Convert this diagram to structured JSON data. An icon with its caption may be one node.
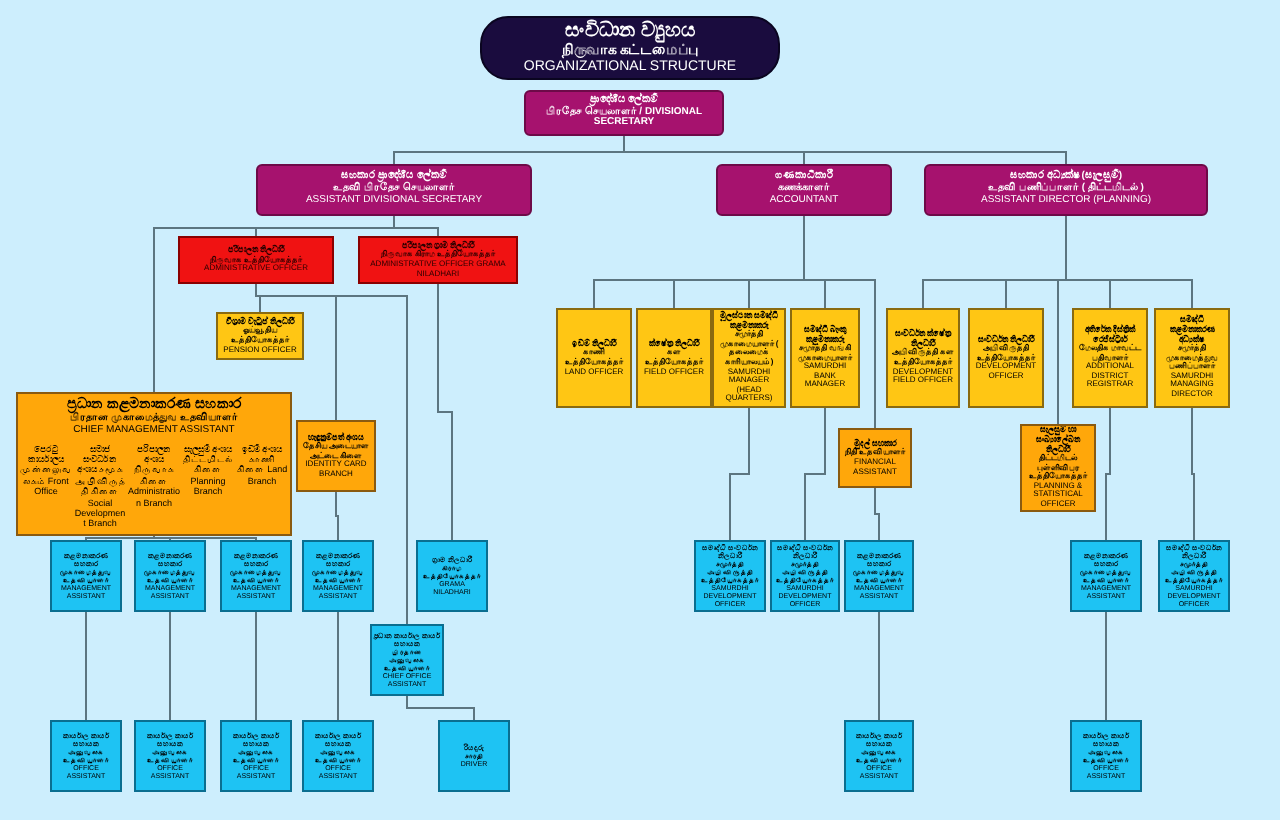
{
  "diagram": {
    "nodes": [
      {
        "text": [
          "සංවිධාන ව්‍යුහය",
          "நிருவாக கட்டமைப்பு",
          "ORGANIZATIONAL STRUCTURE"
        ]
      },
      {
        "text": [
          "ප්‍රාදේශීය ලේකම්",
          "பிரதேச செயலாளர் / DIVISIONAL SECRETARY"
        ]
      },
      {
        "text": [
          "සහකාර ප්‍රාදේශීය ලේකම්",
          "உதவி பிரதேச செயலாளர்",
          "ASSISTANT DIVISIONAL SECRETARY"
        ]
      },
      {
        "text": [
          "ගණකාධිකාරී",
          "கணக்காளர்",
          "ACCOUNTANT"
        ]
      },
      {
        "text": [
          "සහකාර අධ්‍යක්ෂ (සැලසුම්)",
          "உதவி பணிப்பாளர் ( திட்டமிடல் )",
          "ASSISTANT DIRECTOR (PLANNING)"
        ]
      },
      {
        "text": [
          "පරිපාලන නිලධාරී",
          "நிருவாக உத்தியோகத்தர்",
          "ADMINISTRATIVE OFFICER"
        ]
      },
      {
        "text": [
          "පරිපාලන ග්‍රාම නිලධාරී",
          "நிருவாக கிராம உத்தியோகத்தர்",
          "ADMINISTRATIVE OFFICER GRAMA NILADHARI"
        ]
      },
      {
        "text": [
          "විශ්‍රාම වැටුප් නිලධාරී",
          "ஓய்வூதிய உத்தியோகத்தர்",
          "PENSION OFFICER"
        ]
      },
      {
        "text": [
          "ඉඩම් නිලධාරී",
          "காணி உத்தியோகத்தர்",
          "LAND OFFICER"
        ]
      },
      {
        "text": [
          "ක්ෂේත්‍ර නිලධාරී",
          "கள உத்தியோகத்தர்",
          "FIELD OFFICER"
        ]
      },
      {
        "text": [
          "මූලස්ථාන සමෘද්ධි කළමනාකරු",
          "சமுர்த்தி முகாமையாளர் ( தலைமைக் காரியாலயம் )",
          "SAMURDHI MANAGER (HEAD QUARTERS)"
        ]
      },
      {
        "text": [
          "සමෘද්ධි බැංකු කළමනාකරු",
          "சமுர்த்தி வங்கி முகாமையாளர்",
          "SAMURDHI BANK MANAGER"
        ]
      },
      {
        "text": [
          "සංවර්ධන ක්ෂේත්‍ර නිලධාරී",
          "அபிவிருத்தி கள உத்தியோகத்தர்",
          "DEVELOPMENT FIELD OFFICER"
        ]
      },
      {
        "text": [
          "සංවර්ධන නිලධාරී",
          "அபிவிருத்தி உத்தியோகத்தர்",
          "DEVELOPMENT OFFICER"
        ]
      },
      {
        "text": [
          "අතිරේක දිස්ත්‍රික් රෙජිස්ට්‍රාර්",
          "மேலதிக மாவட்ட பதிவாளர்",
          "ADDITIONAL DISTRICT REGISTRAR"
        ]
      },
      {
        "text": [
          "සමෘද්ධි කළමනාකරණ අධ්‍යක්ෂ",
          "சமுர்த்தி முகாமைத்துவ பணிப்பாளர்",
          "SAMURDHI MANAGING DIRECTOR"
        ]
      },
      {
        "text": [
          "ප්‍රධාන කළමනාකරණ සහකාර",
          "பிரதான முகாமைத்துவ உதவியாளர்",
          "CHIEF MANAGEMENT ASSISTANT",
          "පෙරටු කාර්යාලය முன்னலுவலகம் Front Office",
          "සමාජ සංවර්ධන අංශය சமூக அபிவிருத்தி கிளை Social Development Branch",
          "පරිපාලන අංශය நிருவாக கிளை Administration Branch",
          "සැලසුම් අංශය திட்டமிடல் கிளை Planning Branch",
          "ඉඩම් අංශය காணி கிளை Land Branch"
        ]
      },
      {
        "text": [
          "හැඳුනුම්පත් අංශය",
          "தேசிய அடையாள அட்டை கிளை",
          "IDENTITY CARD BRANCH"
        ]
      },
      {
        "text": [
          "මුදල් සහකාර",
          "நிதி உதவியாளர்",
          "FINANCIAL ASSISTANT"
        ]
      },
      {
        "text": [
          "සැලසුම් හා සංඛ්‍යාලේඛන නිලධාරී",
          "திட்டமிடல் புள்ளிவிபர உத்தியோகத்தர்",
          "PLANNING & STATISTICAL OFFICER"
        ]
      },
      {
        "text": [
          "කළමනාකරණ සහකාර",
          "முகாமைத்துவ உதவியாளர்",
          "MANAGEMENT ASSISTANT"
        ]
      },
      {
        "text": [
          "කළමනාකරණ සහකාර",
          "முகாமைத்துவ உதவியாளர்",
          "MANAGEMENT ASSISTANT"
        ]
      },
      {
        "text": [
          "කළමනාකරණ සහකාර",
          "முகாமைத்துவ உதவியாளர்",
          "MANAGEMENT ASSISTANT"
        ]
      },
      {
        "text": [
          "කළමනාකරණ සහකාර",
          "முகாமைத்துவ உதவியாளர்",
          "MANAGEMENT ASSISTANT"
        ]
      },
      {
        "text": [
          "ග්‍රාම නිලධාරී",
          "கிராம உத்தியோகத்தர்",
          "GRAMA NILADHARI"
        ]
      },
      {
        "text": [
          "ප්‍රධාන කාර්යාල කාර්ය සහායක",
          "பிரதான அலுவலக உதவியாளர்",
          "CHIEF OFFICE ASSISTANT"
        ]
      },
      {
        "text": [
          "සමෘද්ධි සංවර්ධන නිලධාරී",
          "சமுர்த்தி அபிவிருத்தி உத்தியோகத்தர்",
          "SAMURDHI DEVELOPMENT OFFICER"
        ]
      },
      {
        "text": [
          "සමෘද්ධි සංවර්ධන නිලධාරී",
          "சமுர்த்தி அபிவிருத்தி உத்தியோகத்தர்",
          "SAMURDHI DEVELOPMENT OFFICER"
        ]
      },
      {
        "text": [
          "කළමනාකරණ සහකාර",
          "முகாமைத்துவ உதவியாளர்",
          "MANAGEMENT ASSISTANT"
        ]
      },
      {
        "text": [
          "කළමනාකරණ සහකාර",
          "முகாமைத்துவ உதவியாளர்",
          "MANAGEMENT ASSISTANT"
        ]
      },
      {
        "text": [
          "සමෘද්ධි සංවර්ධන නිලධාරී",
          "சமுர்த்தி அபிவிருத்தி உத்தியோகத்தர்",
          "SAMURDHI DEVELOPMENT OFFICER"
        ]
      },
      {
        "text": [
          "කාර්යාල කාර්ය සහායක",
          "அலுவலக உதவியாளர்",
          "OFFICE ASSISTANT"
        ]
      },
      {
        "text": [
          "කාර්යාල කාර්ය සහායක",
          "அலுவலக உதவியாளர்",
          "OFFICE ASSISTANT"
        ]
      },
      {
        "text": [
          "කාර්යාල කාර්ය සහායක",
          "அலுவலக உதவியாளர்",
          "OFFICE ASSISTANT"
        ]
      },
      {
        "text": [
          "කාර්යාල කාර්ය සහායක",
          "அலுவலக உதவியாளர்",
          "OFFICE ASSISTANT"
        ]
      },
      {
        "text": [
          "රියදුරු",
          "சாரதி",
          "DRIVER"
        ]
      },
      {
        "text": [
          "කාර්යාල කාර්ය සහායක",
          "அலுவலக உதவியாளர்",
          "OFFICE ASSISTANT"
        ]
      },
      {
        "text": [
          "කාර්යාල කාර්ය සහායක",
          "அலுவலக உதவியாளர்",
          "OFFICE ASSISTANT"
        ]
      }
    ],
    "edges": [
      {
        "from": 1,
        "to": 2,
        "arrow": "none"
      },
      {
        "from": 1,
        "to": 3,
        "arrow": "none"
      },
      {
        "from": 1,
        "to": 4,
        "arrow": "none"
      },
      {
        "from": 2,
        "to": 5,
        "arrow": "none"
      },
      {
        "from": 2,
        "to": 6,
        "arrow": "none"
      },
      {
        "from": 2,
        "to": 16,
        "arrow": "none"
      },
      {
        "from": 5,
        "to": 7,
        "arrow": "none"
      },
      {
        "from": 5,
        "to": 17,
        "arrow": "none"
      },
      {
        "from": 5,
        "to": 25,
        "arrow": "none"
      },
      {
        "from": 6,
        "to": 24,
        "arrow": "none"
      },
      {
        "from": 3,
        "to": 8,
        "arrow": "none"
      },
      {
        "from": 3,
        "to": 9,
        "arrow": "none"
      },
      {
        "from": 3,
        "to": 10,
        "arrow": "none"
      },
      {
        "from": 3,
        "to": 11,
        "arrow": "none"
      },
      {
        "from": 3,
        "to": 18,
        "arrow": "none"
      },
      {
        "from": 4,
        "to": 12,
        "arrow": "none"
      },
      {
        "from": 4,
        "to": 13,
        "arrow": "none"
      },
      {
        "from": 4,
        "to": 19,
        "arrow": "none"
      },
      {
        "from": 4,
        "to": 14,
        "arrow": "none"
      },
      {
        "from": 4,
        "to": 15,
        "arrow": "none"
      },
      {
        "from": 16,
        "to": 20,
        "arrow": "none"
      },
      {
        "from": 16,
        "to": 21,
        "arrow": "none"
      },
      {
        "from": 16,
        "to": 22,
        "arrow": "none"
      },
      {
        "from": 17,
        "to": 23,
        "arrow": "none"
      },
      {
        "from": 10,
        "to": 26,
        "arrow": "none"
      },
      {
        "from": 11,
        "to": 27,
        "arrow": "none"
      },
      {
        "from": 18,
        "to": 28,
        "arrow": "none"
      },
      {
        "from": 14,
        "to": 29,
        "arrow": "none"
      },
      {
        "from": 15,
        "to": 30,
        "arrow": "none"
      },
      {
        "from": 20,
        "to": 31,
        "arrow": "none"
      },
      {
        "from": 21,
        "to": 32,
        "arrow": "none"
      },
      {
        "from": 22,
        "to": 33,
        "arrow": "none"
      },
      {
        "from": 23,
        "to": 34,
        "arrow": "none"
      },
      {
        "from": 25,
        "to": 35,
        "arrow": "none"
      },
      {
        "from": 28,
        "to": 36,
        "arrow": "none"
      },
      {
        "from": 29,
        "to": 37,
        "arrow": "none"
      }
    ]
  }
}
